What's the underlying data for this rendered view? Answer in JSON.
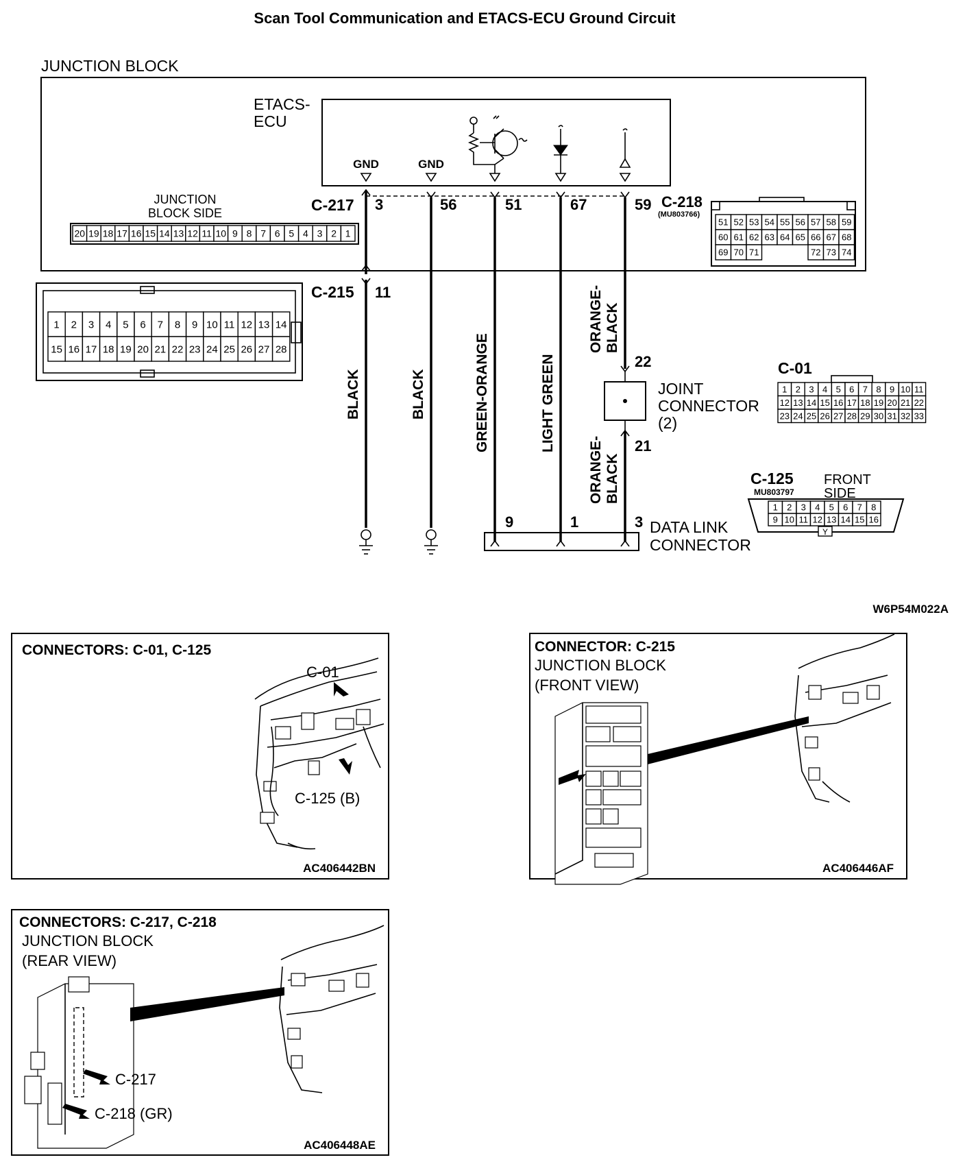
{
  "title": "Scan Tool Communication and ETACS-ECU Ground Circuit",
  "junction_block_label": "JUNCTION BLOCK",
  "etacs_ecu_line1": "ETACS-",
  "etacs_ecu_line2": "ECU",
  "gnd_label": "GND",
  "jb_side_line1": "JUNCTION",
  "jb_side_line2": "BLOCK SIDE",
  "c217": {
    "name": "C-217",
    "pins": [
      "20",
      "19",
      "18",
      "17",
      "16",
      "15",
      "14",
      "13",
      "12",
      "11",
      "10",
      "9",
      "8",
      "7",
      "6",
      "5",
      "4",
      "3",
      "2",
      "1"
    ]
  },
  "c218": {
    "name": "C-218",
    "part": "(MU803766)",
    "rows": [
      [
        "51",
        "52",
        "53",
        "54",
        "55",
        "56",
        "57",
        "58",
        "59"
      ],
      [
        "60",
        "61",
        "62",
        "63",
        "64",
        "65",
        "66",
        "67",
        "68"
      ],
      [
        "69",
        "70",
        "71",
        "",
        "",
        "",
        "72",
        "73",
        "74"
      ]
    ]
  },
  "c215": {
    "name": "C-215",
    "row1": [
      "1",
      "2",
      "3",
      "4",
      "5",
      "6",
      "7",
      "8",
      "9",
      "10",
      "11",
      "12",
      "13",
      "14"
    ],
    "row2": [
      "15",
      "16",
      "17",
      "18",
      "19",
      "20",
      "21",
      "22",
      "23",
      "24",
      "25",
      "26",
      "27",
      "28"
    ]
  },
  "c01": {
    "name": "C-01",
    "rows": [
      [
        "1",
        "2",
        "3",
        "4",
        "5",
        "6",
        "7",
        "8",
        "9",
        "10",
        "11"
      ],
      [
        "12",
        "13",
        "14",
        "15",
        "16",
        "17",
        "18",
        "19",
        "20",
        "21",
        "22"
      ],
      [
        "23",
        "24",
        "25",
        "26",
        "27",
        "28",
        "29",
        "30",
        "31",
        "32",
        "33"
      ]
    ]
  },
  "c125": {
    "name": "C-125",
    "part": "MU803797",
    "front_line1": "FRONT",
    "front_line2": "SIDE",
    "row1": [
      "1",
      "2",
      "3",
      "4",
      "5",
      "6",
      "7",
      "8"
    ],
    "row2": [
      "9",
      "10",
      "11",
      "12",
      "13",
      "14",
      "15",
      "16"
    ],
    "key": "Y"
  },
  "pin_labels": {
    "p3": "3",
    "p56": "56",
    "p51": "51",
    "p67": "67",
    "p59": "59",
    "p11": "11",
    "p22": "22",
    "p21": "21",
    "p9": "9",
    "p1": "1",
    "p3b": "3"
  },
  "wires": {
    "black": "BLACK",
    "green_orange": "GREEN-ORANGE",
    "light_green": "LIGHT GREEN",
    "orange": "ORANGE-",
    "black2": "BLACK"
  },
  "joint_connector": {
    "line1": "JOINT",
    "line2": "CONNECTOR",
    "line3": "(2)"
  },
  "data_link": {
    "line1": "DATA LINK",
    "line2": "CONNECTOR"
  },
  "figure_code": "W6P54M022A",
  "panel1": {
    "title": "CONNECTORS: C-01, C-125",
    "callout1": "C-01",
    "callout2": "C-125 (B)",
    "code": "AC406442BN"
  },
  "panel2": {
    "title": "CONNECTOR: C-215",
    "sub1": "JUNCTION BLOCK",
    "sub2": "(FRONT VIEW)",
    "code": "AC406446AF"
  },
  "panel3": {
    "title": "CONNECTORS: C-217, C-218",
    "sub1": "JUNCTION BLOCK",
    "sub2": "(REAR VIEW)",
    "callout1": "C-217",
    "callout2": "C-218 (GR)",
    "code": "AC406448AE"
  }
}
